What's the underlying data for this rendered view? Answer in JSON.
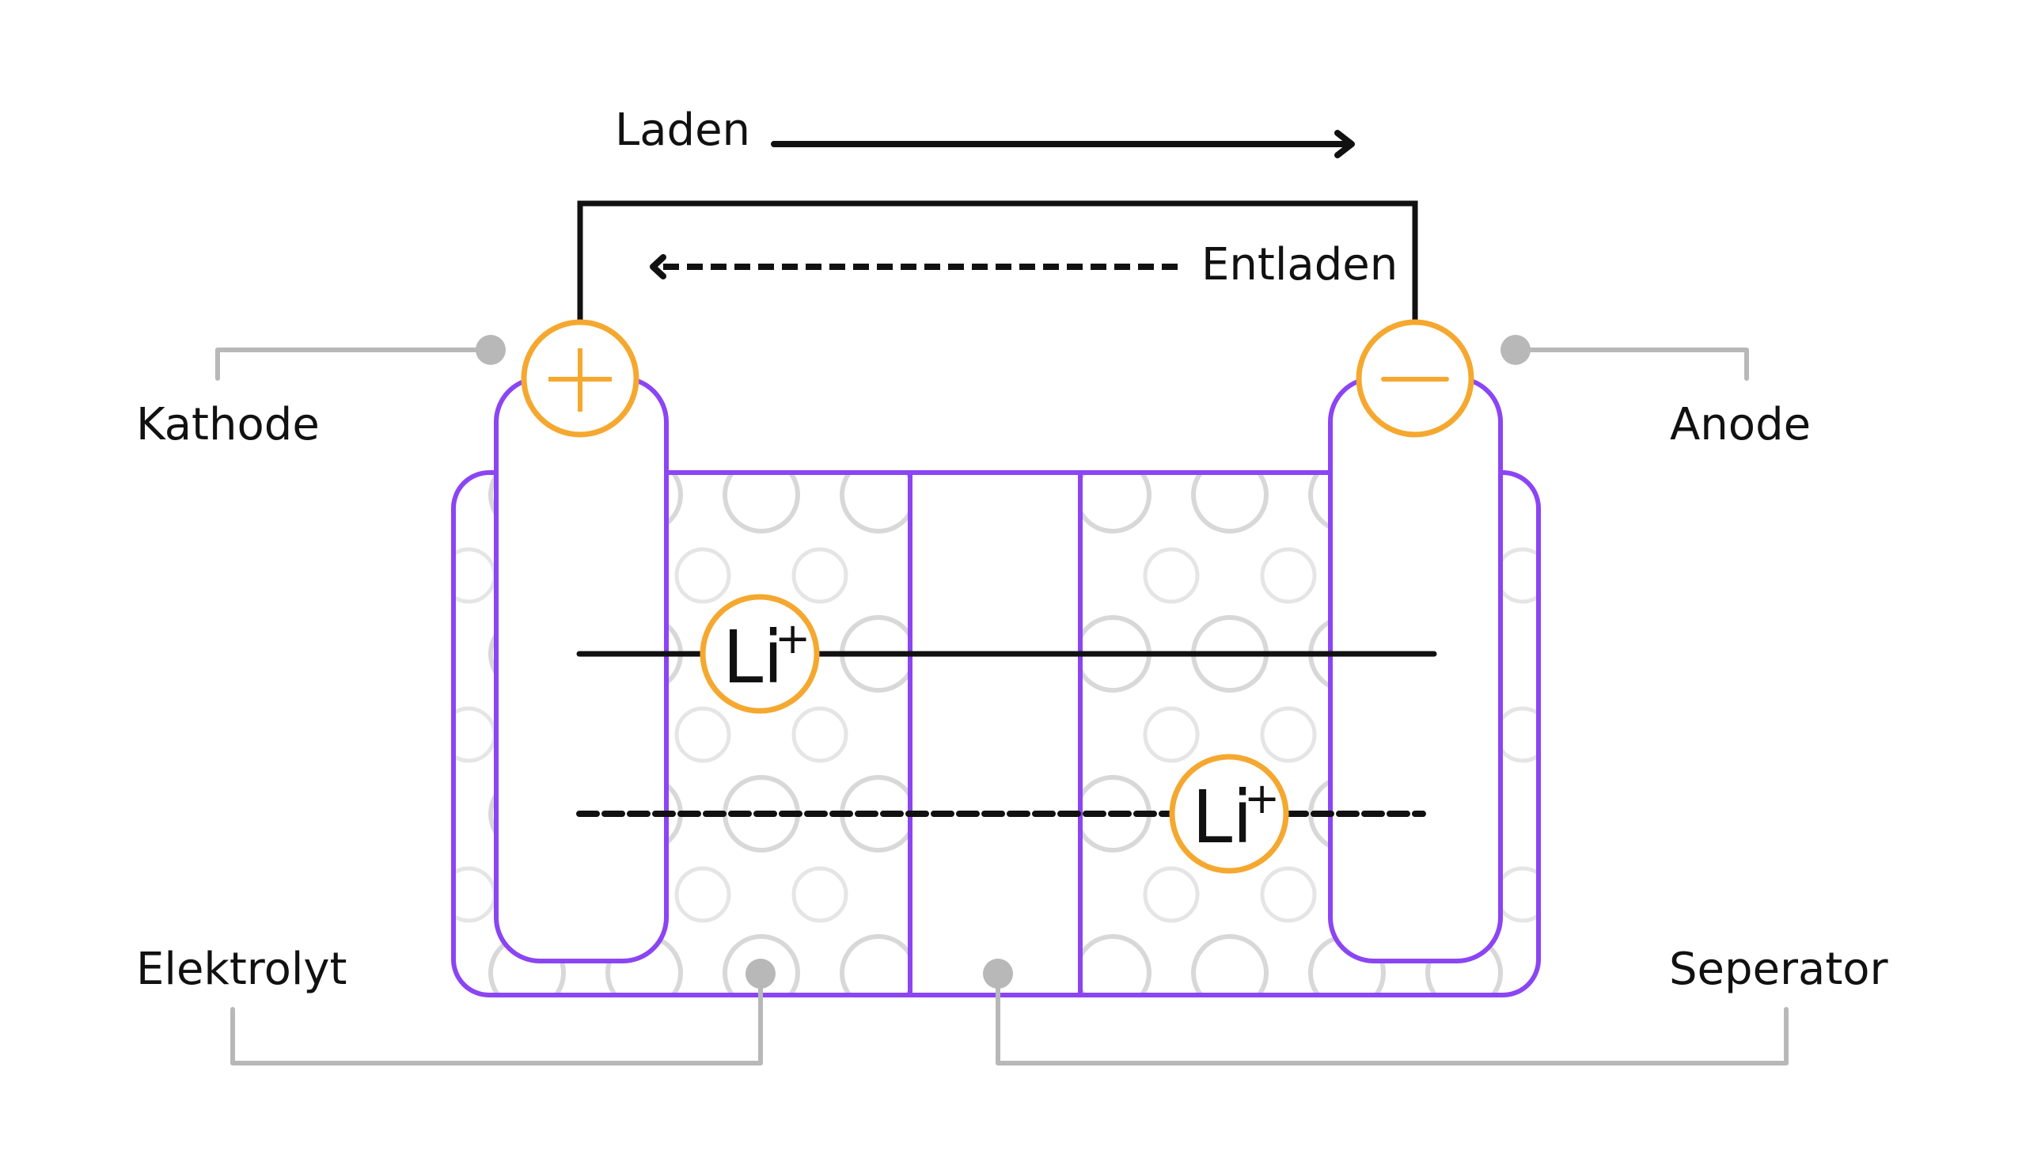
{
  "diagram": {
    "directions": {
      "charge_label": "Laden",
      "discharge_label": "Entladen"
    },
    "labels": {
      "cathode": "Kathode",
      "anode": "Anode",
      "electrolyte": "Elektrolyt",
      "separator": "Seperator"
    },
    "terminals": {
      "positive_symbol": "plus",
      "negative_symbol": "minus"
    },
    "ions": [
      {
        "element": "Li",
        "charge": "+",
        "path": "charge"
      },
      {
        "element": "Li",
        "charge": "+",
        "path": "discharge"
      }
    ],
    "icons": {
      "positive_terminal": "plus-circle-icon",
      "negative_terminal": "minus-circle-icon",
      "charge_arrow": "arrow-right-icon",
      "discharge_arrow": "arrow-left-dashed-icon",
      "leader_dot": "dot-icon"
    },
    "colors": {
      "cell_outline": "#8B45F3",
      "terminal": "#F5A82F",
      "wire": "#111111",
      "leader": "#B8B8B8",
      "particle_large": "#D8D8D8",
      "particle_small": "#E5E5E5",
      "background": "#FFFFFF"
    }
  }
}
